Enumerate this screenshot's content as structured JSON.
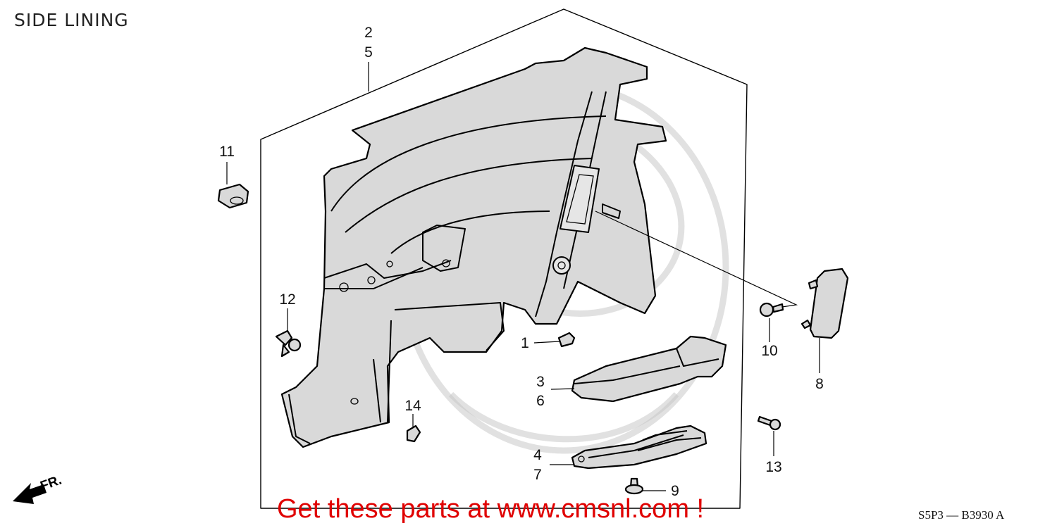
{
  "title": "SIDE LINING",
  "watermark_text": "Get these parts at www.cmsnl.com !",
  "diagram_code": "S5P3 — B3930 A",
  "direction_label": "FR.",
  "callouts": {
    "c1": "1",
    "c2": "2",
    "c3": "3",
    "c4": "4",
    "c5": "5",
    "c6": "6",
    "c7": "7",
    "c8": "8",
    "c9": "9",
    "c10": "10",
    "c11": "11",
    "c12": "12",
    "c13": "13",
    "c14": "14"
  },
  "colors": {
    "part_fill": "#d9d9d9",
    "line": "#000000",
    "watermark": "#e00000"
  }
}
